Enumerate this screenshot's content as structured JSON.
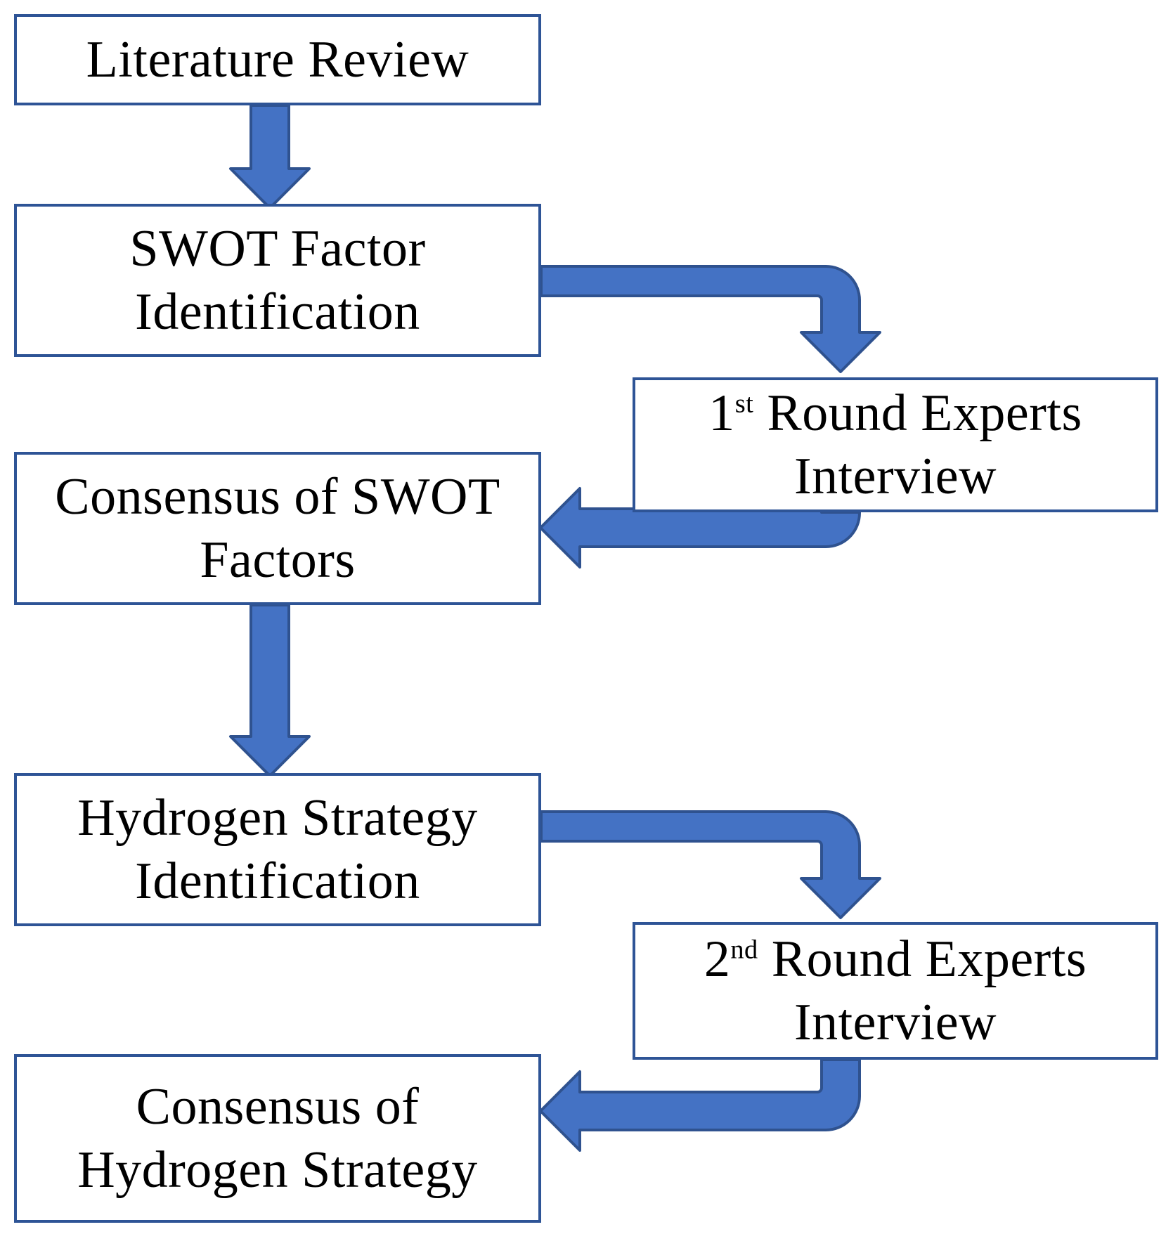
{
  "diagram": {
    "type": "flowchart",
    "title": "Research methodology flowchart (Delphi-based SWOT hydrogen strategy)",
    "colors": {
      "box_border": "#2E5496",
      "box_fill": "#FFFFFF",
      "arrow_fill": "#4472C4",
      "arrow_border": "#2F528F",
      "text": "#000000",
      "background": "#FFFFFF"
    },
    "nodes": [
      {
        "id": "literature-review",
        "label": "Literature Review",
        "line1": "Literature Review",
        "line2": "",
        "column": "left",
        "order": 1
      },
      {
        "id": "swot-factor-identification",
        "label": "SWOT Factor Identification",
        "line1": "SWOT Factor",
        "line2": "Identification",
        "column": "left",
        "order": 2
      },
      {
        "id": "first-round-experts-interview",
        "label": "1st Round Experts Interview",
        "ordinal_number": "1",
        "ordinal_suffix": "st",
        "line1_rest": " Round Experts",
        "line2": "Interview",
        "column": "right",
        "order": 3
      },
      {
        "id": "consensus-swot-factors",
        "label": "Consensus of SWOT Factors",
        "line1": "Consensus of SWOT",
        "line2": "Factors",
        "column": "left",
        "order": 4
      },
      {
        "id": "hydrogen-strategy-identification",
        "label": "Hydrogen Strategy Identification",
        "line1": "Hydrogen Strategy",
        "line2": "Identification",
        "column": "left",
        "order": 5
      },
      {
        "id": "second-round-experts-interview",
        "label": "2nd Round Experts Interview",
        "ordinal_number": "2",
        "ordinal_suffix": "nd",
        "line1_rest": " Round Experts",
        "line2": "Interview",
        "column": "right",
        "order": 6
      },
      {
        "id": "consensus-hydrogen-strategy",
        "label": "Consensus of Hydrogen Strategy",
        "line1": "Consensus of",
        "line2": "Hydrogen Strategy",
        "column": "left",
        "order": 7
      }
    ],
    "edges": [
      {
        "id": "edge-1",
        "from": "literature-review",
        "to": "swot-factor-identification",
        "style": "straight-down"
      },
      {
        "id": "edge-2",
        "from": "swot-factor-identification",
        "to": "first-round-experts-interview",
        "style": "elbow-right-down"
      },
      {
        "id": "edge-3",
        "from": "first-round-experts-interview",
        "to": "consensus-swot-factors",
        "style": "elbow-down-left"
      },
      {
        "id": "edge-4",
        "from": "consensus-swot-factors",
        "to": "hydrogen-strategy-identification",
        "style": "straight-down"
      },
      {
        "id": "edge-5",
        "from": "hydrogen-strategy-identification",
        "to": "second-round-experts-interview",
        "style": "elbow-right-down"
      },
      {
        "id": "edge-6",
        "from": "second-round-experts-interview",
        "to": "consensus-hydrogen-strategy",
        "style": "elbow-down-left"
      }
    ]
  }
}
